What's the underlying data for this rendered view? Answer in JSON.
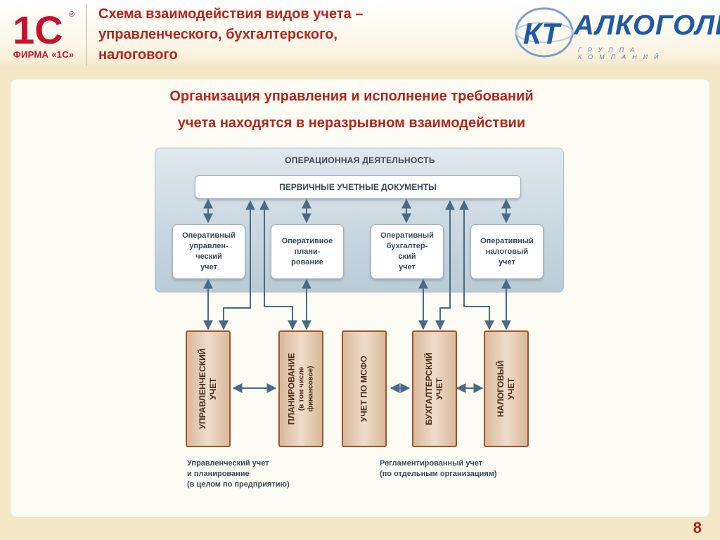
{
  "header": {
    "logo_left_text": "ФИРМА «1С»",
    "logo_left_mark": "1С",
    "logo_left_registered": "®",
    "title_lines": [
      "Схема взаимодействия видов учета –",
      "управленческого, бухгалтерского,",
      "налогового"
    ],
    "logo_right_badge": "КТ",
    "logo_right_name": "АЛКОГОЛЬ",
    "logo_right_sub": "ГРУППА КОМПАНИЙ"
  },
  "subtitle_lines": [
    "Организация управления и исполнение требований",
    "учета находятся в неразрывном взаимодействии"
  ],
  "diagram": {
    "operational_activity": "ОПЕРАЦИОННАЯ ДЕЯТЕЛЬНОСТЬ",
    "primary_documents": "ПЕРВИЧНЫЕ УЧЕТНЫЕ ДОКУМЕНТЫ",
    "operational_boxes": [
      {
        "lines": [
          "Оперативный",
          "управлен-",
          "ческий",
          "учет"
        ]
      },
      {
        "lines": [
          "Оперативное",
          "плани-",
          "рование"
        ]
      },
      {
        "lines": [
          "Оперативный",
          "бухгалтер-",
          "ский",
          "учет"
        ]
      },
      {
        "lines": [
          "Оперативный",
          "налоговый",
          "учет"
        ]
      }
    ],
    "accounting_boxes": [
      {
        "title": "УПРАВЛЕНЧЕСКИЙ",
        "title2": "УЧЕТ"
      },
      {
        "title": "ПЛАНИРОВАНИЕ",
        "sub1": "(в том числе",
        "sub2": "финансовое)"
      },
      {
        "title": "УЧЕТ ПО МСФО"
      },
      {
        "title": "БУХГАЛТЕРСКИЙ",
        "title2": "УЧЕТ"
      },
      {
        "title": "НАЛОГОВЫЙ",
        "title2": "УЧЕТ"
      }
    ],
    "caption_left": [
      "Управленческий учет",
      "и планирование",
      "(в целом по предприятию)"
    ],
    "caption_right": [
      "Регламентированный учет",
      "(по отдельным организациям)"
    ]
  },
  "page_number": "8",
  "colors": {
    "title": "#b5251c",
    "brand_1c": "#c8102e",
    "brand_kt": "#1f5aa6",
    "arrow": "#4a6a85",
    "ops_bg": "#c8d6df",
    "acc_border": "#a0522d"
  }
}
